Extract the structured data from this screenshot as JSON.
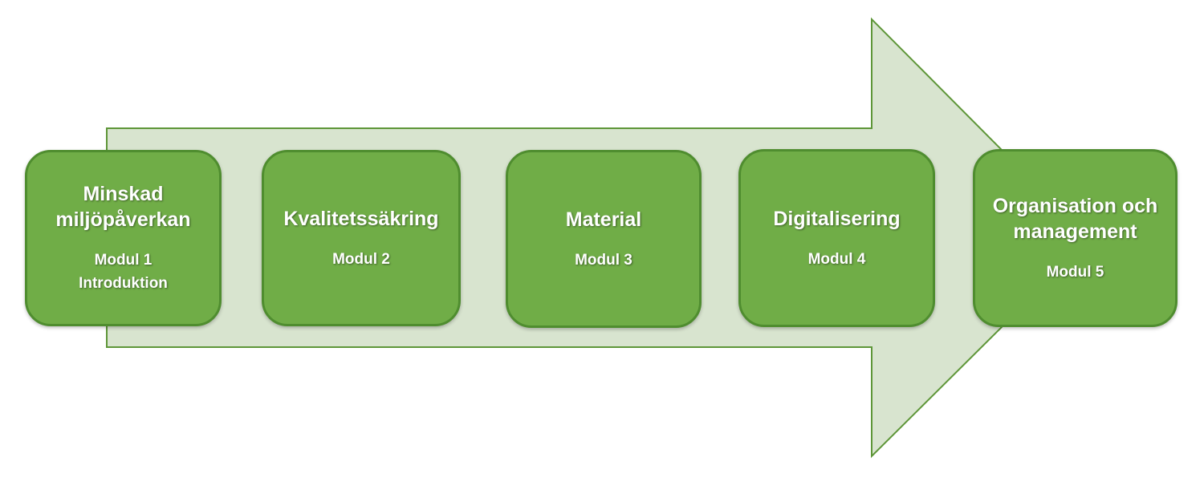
{
  "colors": {
    "arrow_fill": "#d8e4cf",
    "arrow_stroke": "#5e9638",
    "box_fill": "#70ad47",
    "box_border": "#4f8d2f",
    "text": "#ffffff"
  },
  "modules": [
    {
      "title": "Minskad miljöpåverkan",
      "title_lines": [
        "Minskad",
        "miljöpåverkan"
      ],
      "sub_lines": [
        "Modul 1",
        "Introduktion"
      ]
    },
    {
      "title": "Kvalitetssäkring",
      "title_lines": [
        "Kvalitetssäkring"
      ],
      "sub_lines": [
        "Modul 2"
      ]
    },
    {
      "title": "Material",
      "title_lines": [
        "Material"
      ],
      "sub_lines": [
        "Modul 3"
      ]
    },
    {
      "title": "Digitalisering",
      "title_lines": [
        "Digitalisering"
      ],
      "sub_lines": [
        "Modul 4"
      ]
    },
    {
      "title": "Organisation och management",
      "title_lines": [
        "Organisation och",
        "management"
      ],
      "sub_lines": [
        "Modul 5"
      ]
    }
  ]
}
